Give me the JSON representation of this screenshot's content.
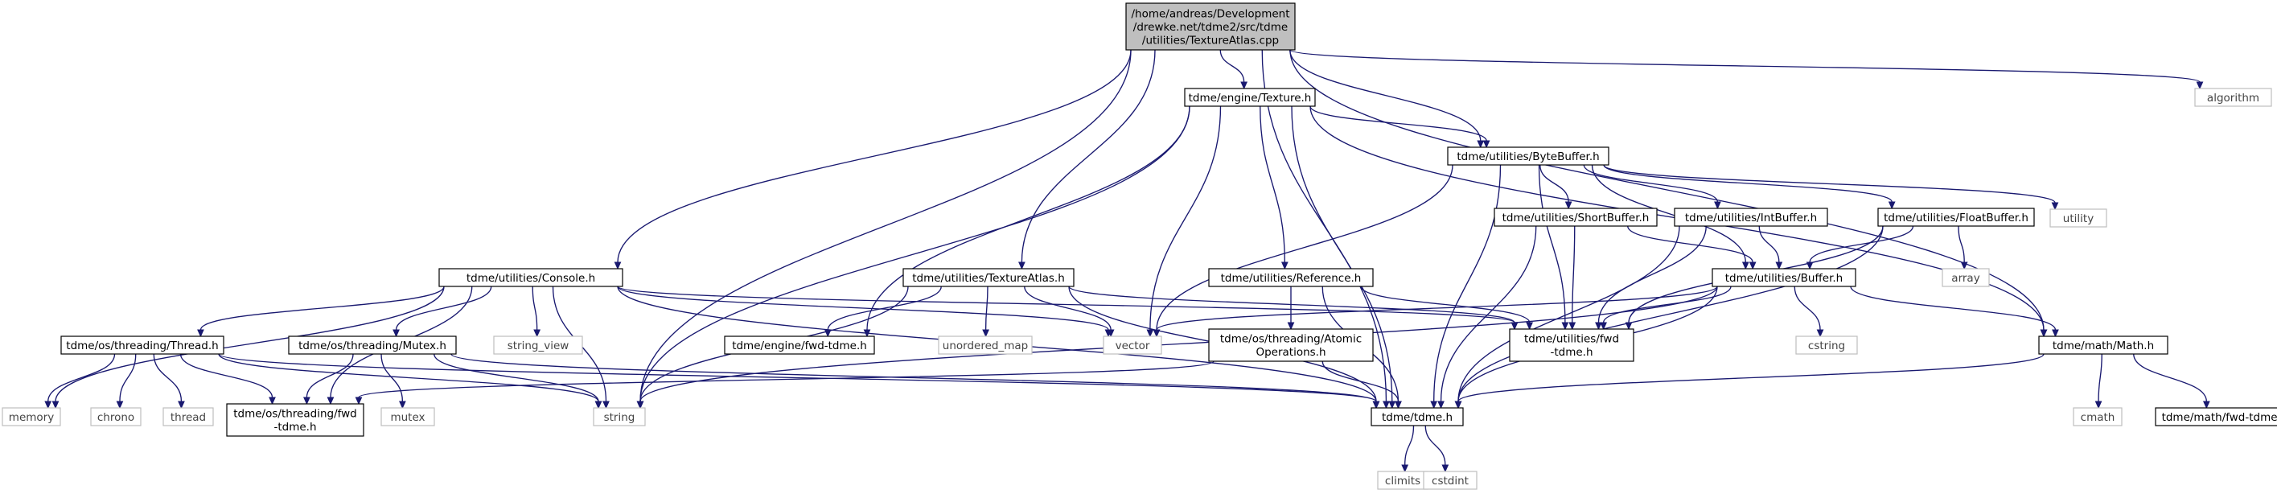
{
  "graph": {
    "root": "TextureAtlas.cpp",
    "nodes": [
      {
        "id": "root",
        "kind": "root",
        "lines": [
          "/home/andreas/Development",
          "/drewke.net/tdme2/src/tdme",
          "/utilities/TextureAtlas.cpp"
        ]
      },
      {
        "id": "texture",
        "kind": "local",
        "lines": [
          "tdme/engine/Texture.h"
        ]
      },
      {
        "id": "algorithm",
        "kind": "system",
        "lines": [
          "algorithm"
        ]
      },
      {
        "id": "bytebuffer",
        "kind": "local",
        "lines": [
          "tdme/utilities/ByteBuffer.h"
        ]
      },
      {
        "id": "utility",
        "kind": "system",
        "lines": [
          "utility"
        ]
      },
      {
        "id": "console",
        "kind": "local",
        "lines": [
          "tdme/utilities/Console.h"
        ]
      },
      {
        "id": "textureatlas",
        "kind": "local",
        "lines": [
          "tdme/utilities/TextureAtlas.h"
        ]
      },
      {
        "id": "reference",
        "kind": "local",
        "lines": [
          "tdme/utilities/Reference.h"
        ]
      },
      {
        "id": "shortbuffer",
        "kind": "local",
        "lines": [
          "tdme/utilities/ShortBuffer.h"
        ]
      },
      {
        "id": "intbuffer",
        "kind": "local",
        "lines": [
          "tdme/utilities/IntBuffer.h"
        ]
      },
      {
        "id": "floatbuffer",
        "kind": "local",
        "lines": [
          "tdme/utilities/FloatBuffer.h"
        ]
      },
      {
        "id": "array",
        "kind": "system",
        "lines": [
          "array"
        ]
      },
      {
        "id": "buffer",
        "kind": "local",
        "lines": [
          "tdme/utilities/Buffer.h"
        ]
      },
      {
        "id": "thread",
        "kind": "local",
        "lines": [
          "tdme/os/threading/Thread.h"
        ]
      },
      {
        "id": "mutex",
        "kind": "local",
        "lines": [
          "tdme/os/threading/Mutex.h"
        ]
      },
      {
        "id": "string_view",
        "kind": "system",
        "lines": [
          "string_view"
        ]
      },
      {
        "id": "enginefwd",
        "kind": "local",
        "lines": [
          "tdme/engine/fwd-tdme.h"
        ]
      },
      {
        "id": "unordered_map",
        "kind": "system",
        "lines": [
          "unordered_map"
        ]
      },
      {
        "id": "vector",
        "kind": "system",
        "lines": [
          "vector"
        ]
      },
      {
        "id": "atomic",
        "kind": "local",
        "lines": [
          "tdme/os/threading/Atomic",
          "Operations.h"
        ]
      },
      {
        "id": "utilfwd",
        "kind": "local",
        "lines": [
          "tdme/utilities/fwd",
          "-tdme.h"
        ]
      },
      {
        "id": "cstring",
        "kind": "system",
        "lines": [
          "cstring"
        ]
      },
      {
        "id": "math",
        "kind": "local",
        "lines": [
          "tdme/math/Math.h"
        ]
      },
      {
        "id": "memory",
        "kind": "system",
        "lines": [
          "memory"
        ]
      },
      {
        "id": "chrono",
        "kind": "system",
        "lines": [
          "chrono"
        ]
      },
      {
        "id": "threadsys",
        "kind": "system",
        "lines": [
          "thread"
        ]
      },
      {
        "id": "threadingfwd",
        "kind": "local",
        "lines": [
          "tdme/os/threading/fwd",
          "-tdme.h"
        ]
      },
      {
        "id": "mutexsys",
        "kind": "system",
        "lines": [
          "mutex"
        ]
      },
      {
        "id": "string",
        "kind": "system",
        "lines": [
          "string"
        ]
      },
      {
        "id": "tdme",
        "kind": "local",
        "lines": [
          "tdme/tdme.h"
        ]
      },
      {
        "id": "cmath",
        "kind": "system",
        "lines": [
          "cmath"
        ]
      },
      {
        "id": "mathfwd",
        "kind": "local",
        "lines": [
          "tdme/math/fwd-tdme.h"
        ]
      },
      {
        "id": "climits",
        "kind": "system",
        "lines": [
          "climits"
        ]
      },
      {
        "id": "cstdint",
        "kind": "system",
        "lines": [
          "cstdint"
        ]
      }
    ],
    "edges": [
      [
        "root",
        "texture"
      ],
      [
        "root",
        "algorithm"
      ],
      [
        "root",
        "bytebuffer"
      ],
      [
        "root",
        "console"
      ],
      [
        "root",
        "textureatlas"
      ],
      [
        "root",
        "string"
      ],
      [
        "root",
        "tdme"
      ],
      [
        "root",
        "math"
      ],
      [
        "texture",
        "bytebuffer"
      ],
      [
        "texture",
        "reference"
      ],
      [
        "texture",
        "enginefwd"
      ],
      [
        "texture",
        "vector"
      ],
      [
        "texture",
        "string"
      ],
      [
        "texture",
        "tdme"
      ],
      [
        "texture",
        "math"
      ],
      [
        "bytebuffer",
        "shortbuffer"
      ],
      [
        "bytebuffer",
        "intbuffer"
      ],
      [
        "bytebuffer",
        "floatbuffer"
      ],
      [
        "bytebuffer",
        "buffer"
      ],
      [
        "bytebuffer",
        "utility"
      ],
      [
        "bytebuffer",
        "vector"
      ],
      [
        "bytebuffer",
        "utilfwd"
      ],
      [
        "bytebuffer",
        "tdme"
      ],
      [
        "shortbuffer",
        "buffer"
      ],
      [
        "shortbuffer",
        "utilfwd"
      ],
      [
        "shortbuffer",
        "tdme"
      ],
      [
        "intbuffer",
        "buffer"
      ],
      [
        "intbuffer",
        "utilfwd"
      ],
      [
        "intbuffer",
        "tdme"
      ],
      [
        "floatbuffer",
        "buffer"
      ],
      [
        "floatbuffer",
        "array"
      ],
      [
        "floatbuffer",
        "utilfwd"
      ],
      [
        "floatbuffer",
        "tdme"
      ],
      [
        "buffer",
        "vector"
      ],
      [
        "buffer",
        "utilfwd"
      ],
      [
        "buffer",
        "cstring"
      ],
      [
        "buffer",
        "math"
      ],
      [
        "buffer",
        "string"
      ],
      [
        "buffer",
        "tdme"
      ],
      [
        "console",
        "thread"
      ],
      [
        "console",
        "mutex"
      ],
      [
        "console",
        "string_view"
      ],
      [
        "console",
        "memory"
      ],
      [
        "console",
        "threadingfwd"
      ],
      [
        "console",
        "string"
      ],
      [
        "console",
        "vector"
      ],
      [
        "console",
        "utilfwd"
      ],
      [
        "console",
        "tdme"
      ],
      [
        "textureatlas",
        "enginefwd"
      ],
      [
        "textureatlas",
        "unordered_map"
      ],
      [
        "textureatlas",
        "vector"
      ],
      [
        "textureatlas",
        "string"
      ],
      [
        "textureatlas",
        "utilfwd"
      ],
      [
        "textureatlas",
        "tdme"
      ],
      [
        "reference",
        "atomic"
      ],
      [
        "reference",
        "utilfwd"
      ],
      [
        "reference",
        "tdme"
      ],
      [
        "atomic",
        "threadingfwd"
      ],
      [
        "atomic",
        "tdme"
      ],
      [
        "thread",
        "memory"
      ],
      [
        "thread",
        "chrono"
      ],
      [
        "thread",
        "threadsys"
      ],
      [
        "thread",
        "threadingfwd"
      ],
      [
        "thread",
        "string"
      ],
      [
        "thread",
        "tdme"
      ],
      [
        "mutex",
        "mutexsys"
      ],
      [
        "mutex",
        "threadingfwd"
      ],
      [
        "mutex",
        "string"
      ],
      [
        "mutex",
        "tdme"
      ],
      [
        "math",
        "cmath"
      ],
      [
        "math",
        "mathfwd"
      ],
      [
        "math",
        "tdme"
      ],
      [
        "tdme",
        "climits"
      ],
      [
        "tdme",
        "cstdint"
      ]
    ]
  }
}
